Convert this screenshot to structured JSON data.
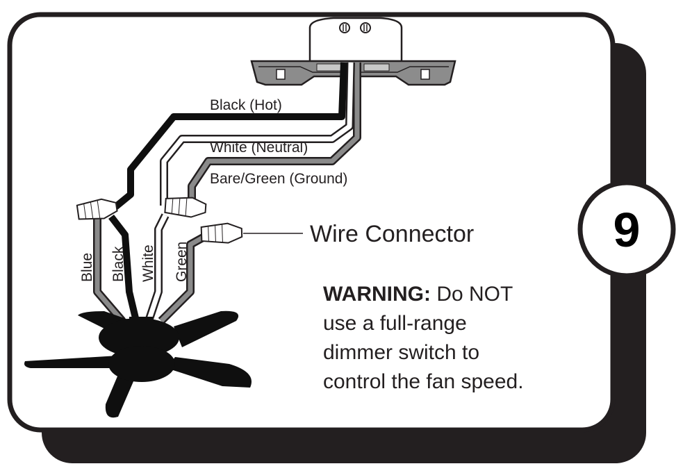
{
  "step_number": "9",
  "wire_labels": {
    "black_hot": "Black (Hot)",
    "white_neutral": "White (Neutral)",
    "ground": "Bare/Green (Ground)"
  },
  "fan_wire_labels": {
    "blue": "Blue",
    "black": "Black",
    "white": "White",
    "green": "Green"
  },
  "callout": "Wire Connector",
  "warning": {
    "prefix": "WARNING:",
    "line1_rest": " Do NOT",
    "line2": "use a full-range",
    "line3": "dimmer switch to",
    "line4": "control the fan speed."
  },
  "colors": {
    "outline": "#231f20",
    "shadow": "#231f20",
    "wire_gray": "#8a8a8a",
    "fan_black": "#0f0f0f"
  }
}
